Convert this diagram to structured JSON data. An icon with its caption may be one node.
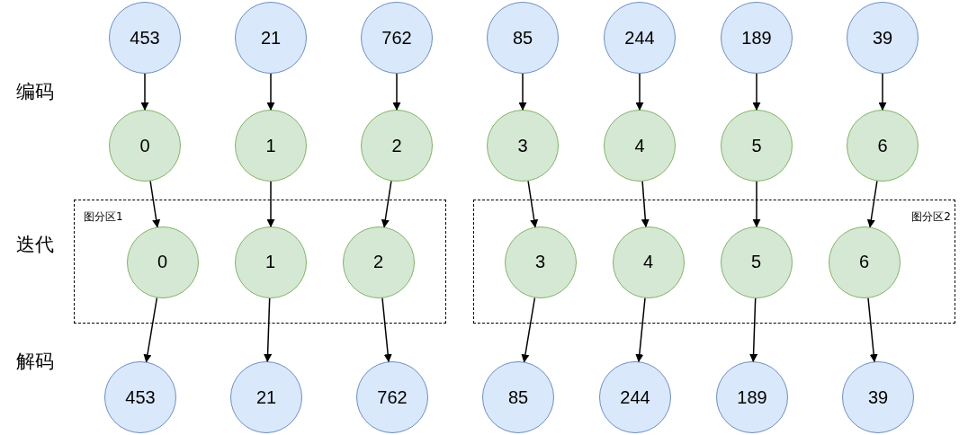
{
  "diagram": {
    "nodes": [
      {
        "text": [
          "453"
        ]
      },
      {
        "text": [
          "21"
        ]
      },
      {
        "text": [
          "762"
        ]
      },
      {
        "text": [
          "85"
        ]
      },
      {
        "text": [
          "244"
        ]
      },
      {
        "text": [
          "189"
        ]
      },
      {
        "text": [
          "39"
        ]
      },
      {
        "text": [
          "0"
        ]
      },
      {
        "text": [
          "1"
        ]
      },
      {
        "text": [
          "2"
        ]
      },
      {
        "text": [
          "3"
        ]
      },
      {
        "text": [
          "4"
        ]
      },
      {
        "text": [
          "5"
        ]
      },
      {
        "text": [
          "6"
        ]
      },
      {
        "text": [
          "图分区1"
        ]
      },
      {
        "text": [
          "0"
        ],
        "in": 14
      },
      {
        "text": [
          "1"
        ],
        "in": 14
      },
      {
        "text": [
          "2"
        ],
        "in": 14
      },
      {
        "text": [
          "图分区2"
        ]
      },
      {
        "text": [
          "3"
        ],
        "in": 18
      },
      {
        "text": [
          "4"
        ],
        "in": 18
      },
      {
        "text": [
          "5"
        ],
        "in": 18
      },
      {
        "text": [
          "6"
        ],
        "in": 18
      },
      {
        "text": [
          "453"
        ]
      },
      {
        "text": [
          "21"
        ]
      },
      {
        "text": [
          "762"
        ]
      },
      {
        "text": [
          "85"
        ]
      },
      {
        "text": [
          "244"
        ]
      },
      {
        "text": [
          "189"
        ]
      },
      {
        "text": [
          "39"
        ]
      }
    ],
    "edges": [
      {
        "from": 0,
        "to": 7,
        "arrow": "to"
      },
      {
        "from": 1,
        "to": 8,
        "arrow": "to"
      },
      {
        "from": 2,
        "to": 9,
        "arrow": "to"
      },
      {
        "from": 3,
        "to": 10,
        "arrow": "to"
      },
      {
        "from": 4,
        "to": 11,
        "arrow": "to"
      },
      {
        "from": 5,
        "to": 12,
        "arrow": "to"
      },
      {
        "from": 6,
        "to": 13,
        "arrow": "to"
      },
      {
        "from": 7,
        "to": 15,
        "arrow": "to"
      },
      {
        "from": 8,
        "to": 16,
        "arrow": "to"
      },
      {
        "from": 9,
        "to": 17,
        "arrow": "to"
      },
      {
        "from": 10,
        "to": 19,
        "arrow": "to"
      },
      {
        "from": 11,
        "to": 20,
        "arrow": "to"
      },
      {
        "from": 12,
        "to": 21,
        "arrow": "to"
      },
      {
        "from": 13,
        "to": 22,
        "arrow": "to"
      },
      {
        "from": 15,
        "to": 23,
        "arrow": "to"
      },
      {
        "from": 16,
        "to": 24,
        "arrow": "to"
      },
      {
        "from": 17,
        "to": 25,
        "arrow": "to"
      },
      {
        "from": 19,
        "to": 26,
        "arrow": "to"
      },
      {
        "from": 20,
        "to": 27,
        "arrow": "to"
      },
      {
        "from": 21,
        "to": 28,
        "arrow": "to"
      },
      {
        "from": 22,
        "to": 29,
        "arrow": "to"
      }
    ],
    "labels": [
      "编码",
      "迭代",
      "解码"
    ]
  }
}
